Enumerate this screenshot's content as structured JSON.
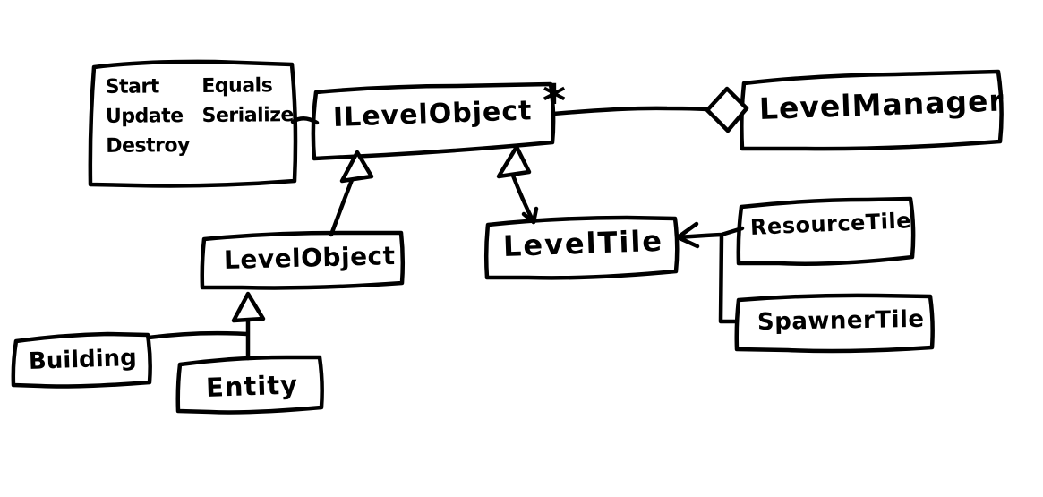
{
  "diagram": {
    "background": "#ffffff",
    "ink_color": "#000000",
    "interface_note": {
      "methods_col1": [
        "Start",
        "Update",
        "Destroy"
      ],
      "methods_col2": [
        "Equals",
        "Serialize"
      ]
    },
    "classes": {
      "ilevelobject": "ILevelObject",
      "levelmanager": "LevelManager",
      "levelobject": "LevelObject",
      "leveltile": "LevelTile",
      "resourcetile": "ResourceTile",
      "spawnertile": "SpawnerTile",
      "building": "Building",
      "entity": "Entity"
    },
    "multiplicity": "*",
    "relations": [
      {
        "from": "ILevelObject",
        "to": "LevelManager",
        "type": "aggregation",
        "multiplicity": "*"
      },
      {
        "from": "LevelObject",
        "to": "ILevelObject",
        "type": "realization"
      },
      {
        "from": "LevelTile",
        "to": "ILevelObject",
        "type": "realization"
      },
      {
        "from": "Building",
        "to": "LevelObject",
        "type": "inheritance"
      },
      {
        "from": "Entity",
        "to": "LevelObject",
        "type": "inheritance"
      },
      {
        "from": "ResourceTile",
        "to": "LevelTile",
        "type": "inheritance"
      },
      {
        "from": "SpawnerTile",
        "to": "LevelTile",
        "type": "inheritance"
      },
      {
        "from": "methods note",
        "to": "ILevelObject",
        "type": "note-attachment"
      }
    ]
  }
}
